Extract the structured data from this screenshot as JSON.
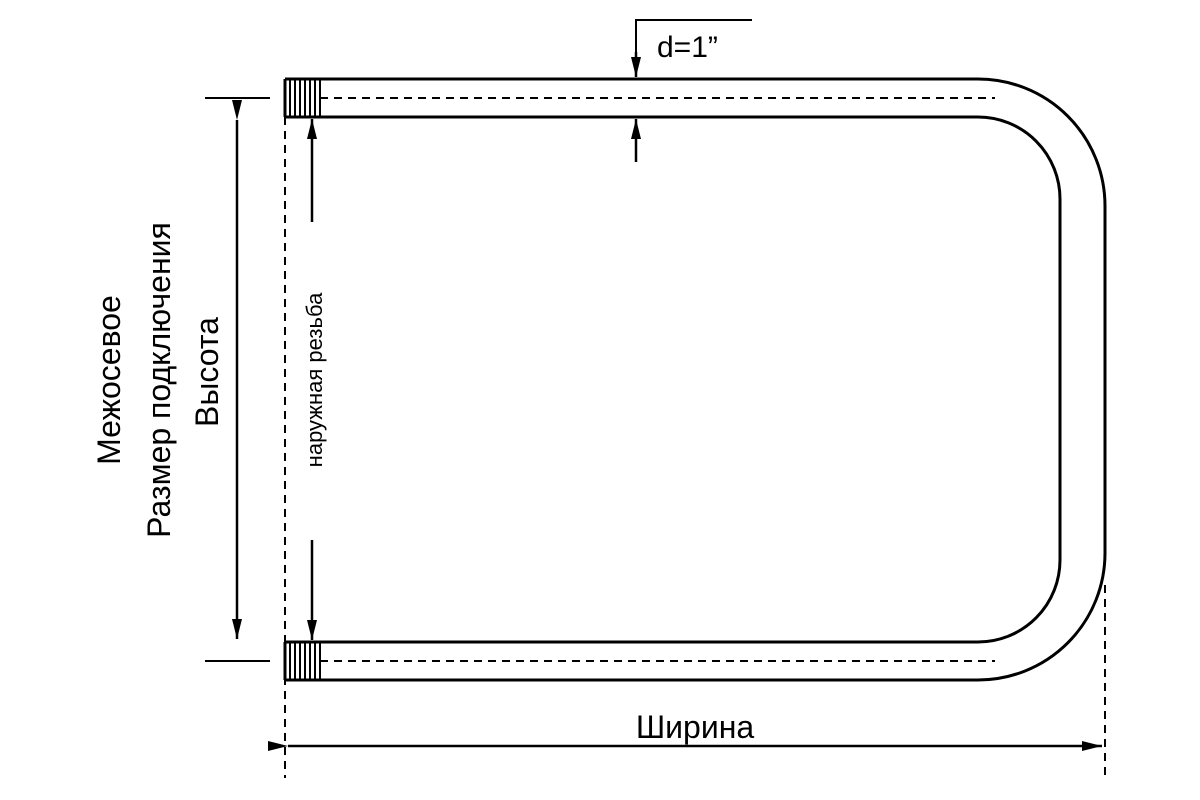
{
  "labels": {
    "pipe_diameter": "d=1”",
    "width": "Ширина",
    "outer_thread": "наружная резьба",
    "center_distance": "Межосевое",
    "connection_size": "Размер подключения",
    "height": "Высота"
  },
  "colors": {
    "line": "#000000",
    "background": "#ffffff"
  }
}
